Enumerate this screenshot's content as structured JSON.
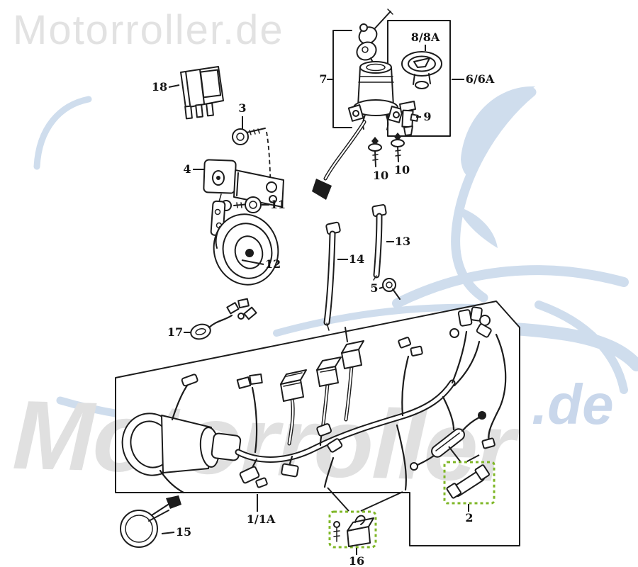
{
  "watermarks": {
    "top_left": "Motorroller.de",
    "diagonal": "Motorroller",
    "de_suffix": ".de"
  },
  "colors": {
    "line": "#1c1c1c",
    "watermark_gray": "#e0e0e0",
    "watermark_blue_text": "#c9d7eb",
    "swoosh_blue": "#cfdded",
    "highlight_green": "#7fb727",
    "background": "#ffffff"
  },
  "labels": {
    "p1a": "1/1A",
    "p2": "2",
    "p3": "3",
    "p4": "4",
    "p5": "5",
    "p6": "6/6A",
    "p7": "7",
    "p8": "8/8A",
    "p9": "9",
    "p10a": "10",
    "p10b": "10",
    "p11": "11",
    "p12": "12",
    "p13": "13",
    "p14": "14",
    "p15": "15",
    "p16": "16",
    "p17": "17",
    "p18": "18"
  }
}
